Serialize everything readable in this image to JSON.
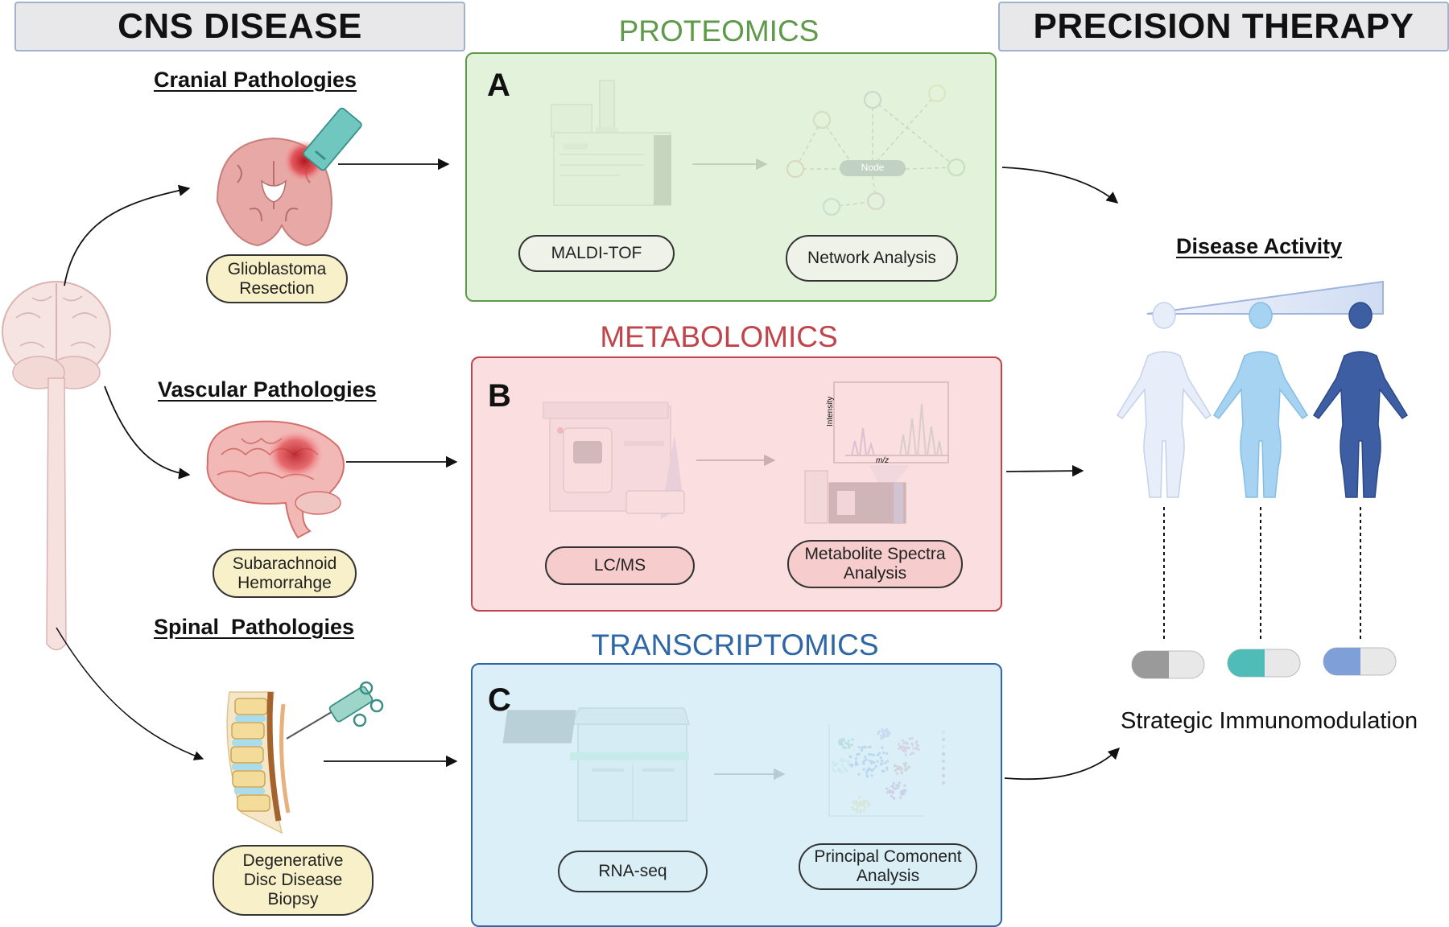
{
  "headers": {
    "left": "CNS DISEASE",
    "right": "PRECISION THERAPY"
  },
  "pathologies": {
    "cranial": "Cranial Pathologies",
    "vascular": "Vascular Pathologies",
    "spinal": "Spinal  Pathologies"
  },
  "procedures": {
    "cranial": "Glioblastoma\nResection",
    "vascular": "Subarachnoid\nHemorrahge",
    "spinal": "Degenerative\nDisc Disease\nBiopsy"
  },
  "panels": {
    "proteomics": {
      "title": "PROTEOMICS",
      "letter": "A",
      "instrument": "MALDI-TOF",
      "analysis": "Network Analysis",
      "node_label": "Node"
    },
    "metabolomics": {
      "title": "METABOLOMICS",
      "letter": "B",
      "instrument": "LC/MS",
      "analysis": "Metabolite Spectra\nAnalysis",
      "y_axis": "Intensity",
      "x_axis": "m/z"
    },
    "transcriptomics": {
      "title": "TRANSCRIPTOMICS",
      "letter": "C",
      "instrument": "RNA-seq",
      "analysis": "Principal Comonent\nAnalysis"
    }
  },
  "therapy": {
    "disease_activity": "Disease Activity",
    "strategy": "Strategic Immunomodulation"
  },
  "colors": {
    "proteomics": "#5e9a49",
    "metabolomics": "#c0444a",
    "transcriptomics": "#2f66a6"
  }
}
